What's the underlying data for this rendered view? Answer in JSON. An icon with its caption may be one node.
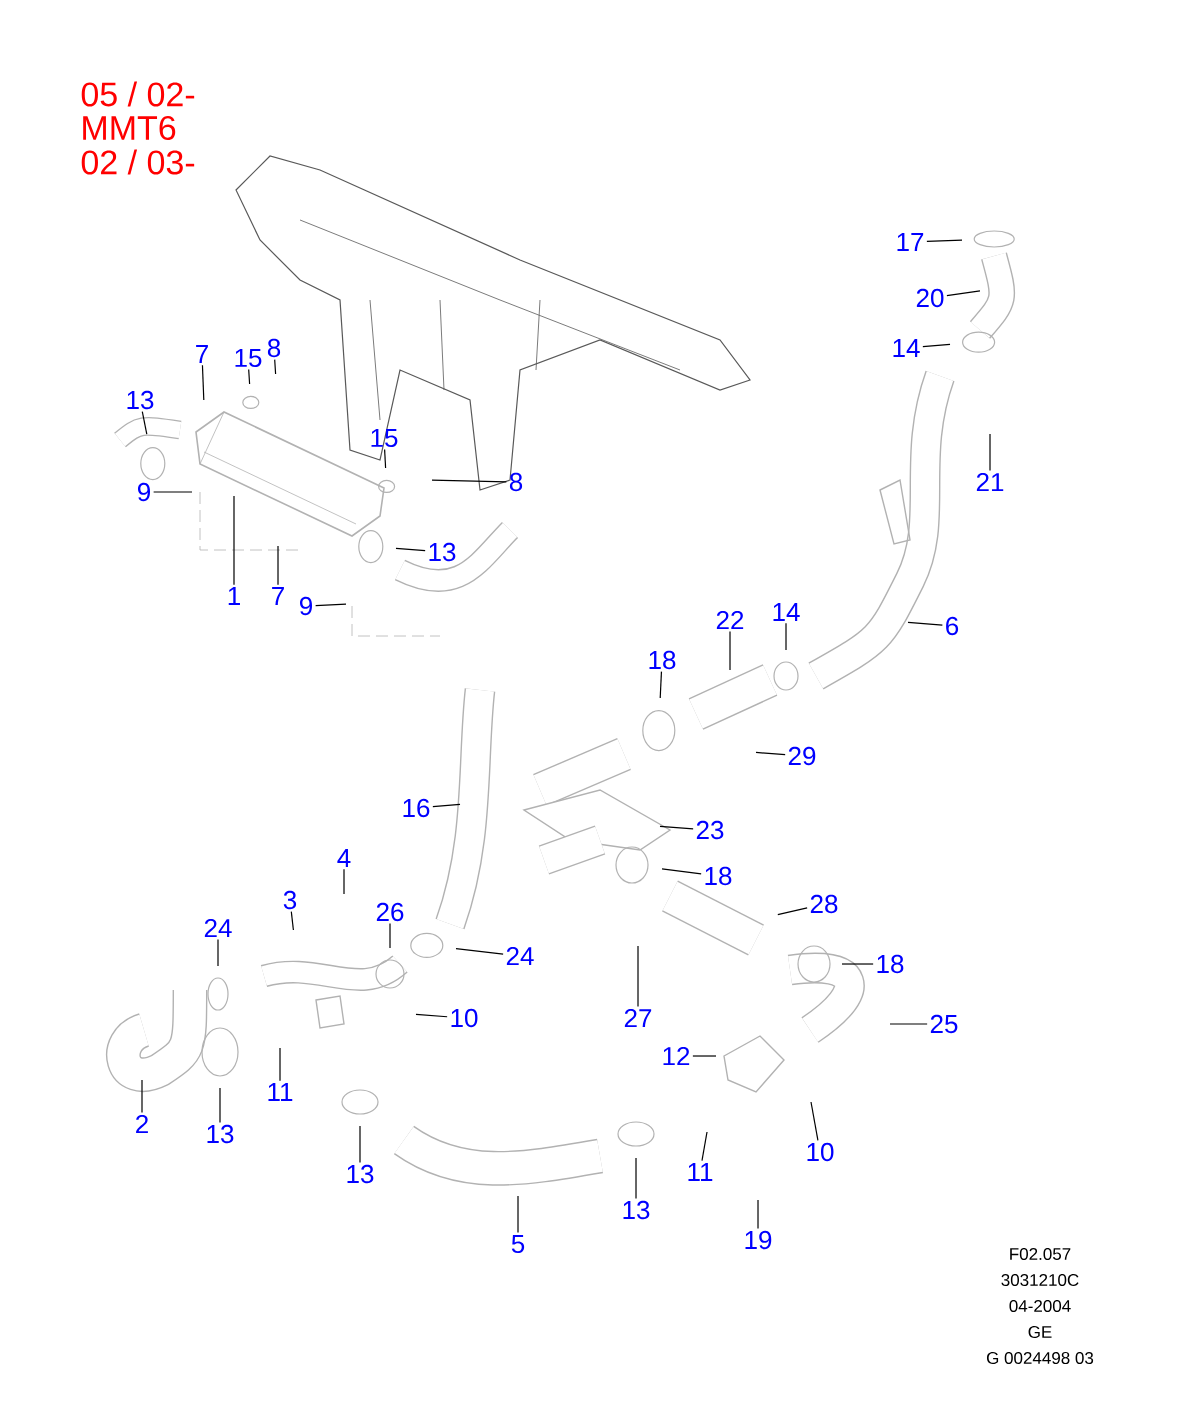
{
  "diagram": {
    "nodes": [
      {
        "text": [
          "7"
        ]
      },
      {
        "text": [
          "13"
        ]
      },
      {
        "text": [
          "15"
        ]
      },
      {
        "text": [
          "8"
        ]
      },
      {
        "text": [
          "9"
        ]
      },
      {
        "text": [
          "15"
        ]
      },
      {
        "text": [
          "8"
        ]
      },
      {
        "text": [
          "13"
        ]
      },
      {
        "text": [
          "1"
        ]
      },
      {
        "text": [
          "7"
        ]
      },
      {
        "text": [
          "9"
        ]
      },
      {
        "text": [
          "17"
        ]
      },
      {
        "text": [
          "20"
        ]
      },
      {
        "text": [
          "14"
        ]
      },
      {
        "text": [
          "21"
        ]
      },
      {
        "text": [
          "6"
        ]
      },
      {
        "text": [
          "22"
        ]
      },
      {
        "text": [
          "14"
        ]
      },
      {
        "text": [
          "18"
        ]
      },
      {
        "text": [
          "29"
        ]
      },
      {
        "text": [
          "16"
        ]
      },
      {
        "text": [
          "23"
        ]
      },
      {
        "text": [
          "18"
        ]
      },
      {
        "text": [
          "28"
        ]
      },
      {
        "text": [
          "18"
        ]
      },
      {
        "text": [
          "27"
        ]
      },
      {
        "text": [
          "25"
        ]
      },
      {
        "text": [
          "12"
        ]
      },
      {
        "text": [
          "11"
        ]
      },
      {
        "text": [
          "10"
        ]
      },
      {
        "text": [
          "19"
        ]
      },
      {
        "text": [
          "4"
        ]
      },
      {
        "text": [
          "3"
        ]
      },
      {
        "text": [
          "26"
        ]
      },
      {
        "text": [
          "24"
        ]
      },
      {
        "text": [
          "24"
        ]
      },
      {
        "text": [
          "10"
        ]
      },
      {
        "text": [
          "2"
        ]
      },
      {
        "text": [
          "11"
        ]
      },
      {
        "text": [
          "13"
        ]
      },
      {
        "text": [
          "13"
        ]
      },
      {
        "text": [
          "5"
        ]
      },
      {
        "text": [
          "13"
        ]
      }
    ],
    "edges": [
      {
        "from": 0,
        "to": null,
        "arrow": "none"
      },
      {
        "from": 1,
        "to": null,
        "arrow": "none"
      },
      {
        "from": 2,
        "to": null,
        "arrow": "none"
      },
      {
        "from": 3,
        "to": null,
        "arrow": "none"
      },
      {
        "from": 4,
        "to": null,
        "arrow": "none"
      },
      {
        "from": 5,
        "to": null,
        "arrow": "none"
      },
      {
        "from": 6,
        "to": null,
        "arrow": "none"
      },
      {
        "from": 7,
        "to": null,
        "arrow": "none"
      },
      {
        "from": 8,
        "to": null,
        "arrow": "none"
      },
      {
        "from": 9,
        "to": null,
        "arrow": "none"
      },
      {
        "from": 10,
        "to": null,
        "arrow": "none"
      },
      {
        "from": 11,
        "to": null,
        "arrow": "none"
      },
      {
        "from": 12,
        "to": null,
        "arrow": "none"
      },
      {
        "from": 13,
        "to": null,
        "arrow": "none"
      },
      {
        "from": 14,
        "to": null,
        "arrow": "none"
      },
      {
        "from": 15,
        "to": null,
        "arrow": "none"
      },
      {
        "from": 16,
        "to": null,
        "arrow": "none"
      },
      {
        "from": 17,
        "to": null,
        "arrow": "none"
      },
      {
        "from": 18,
        "to": null,
        "arrow": "none"
      },
      {
        "from": 19,
        "to": null,
        "arrow": "none"
      },
      {
        "from": 20,
        "to": null,
        "arrow": "none"
      },
      {
        "from": 21,
        "to": null,
        "arrow": "none"
      },
      {
        "from": 22,
        "to": null,
        "arrow": "none"
      },
      {
        "from": 23,
        "to": null,
        "arrow": "none"
      },
      {
        "from": 24,
        "to": null,
        "arrow": "none"
      },
      {
        "from": 25,
        "to": null,
        "arrow": "none"
      },
      {
        "from": 26,
        "to": null,
        "arrow": "none"
      },
      {
        "from": 27,
        "to": null,
        "arrow": "none"
      },
      {
        "from": 28,
        "to": null,
        "arrow": "none"
      },
      {
        "from": 29,
        "to": null,
        "arrow": "none"
      },
      {
        "from": 30,
        "to": null,
        "arrow": "none"
      },
      {
        "from": 31,
        "to": null,
        "arrow": "none"
      },
      {
        "from": 32,
        "to": null,
        "arrow": "none"
      },
      {
        "from": 33,
        "to": null,
        "arrow": "none"
      },
      {
        "from": 34,
        "to": null,
        "arrow": "none"
      },
      {
        "from": 35,
        "to": null,
        "arrow": "none"
      },
      {
        "from": 36,
        "to": null,
        "arrow": "none"
      },
      {
        "from": 37,
        "to": null,
        "arrow": "none"
      },
      {
        "from": 38,
        "to": null,
        "arrow": "none"
      },
      {
        "from": 39,
        "to": null,
        "arrow": "none"
      },
      {
        "from": 40,
        "to": null,
        "arrow": "none"
      },
      {
        "from": 41,
        "to": null,
        "arrow": "none"
      },
      {
        "from": 42,
        "to": null,
        "arrow": "none"
      }
    ],
    "labels": [
      "05 / 02-",
      "MMT6",
      "02 / 03-",
      "F02.057",
      "3031210C",
      "04-2004",
      "GE",
      "G 0024498 03"
    ]
  }
}
